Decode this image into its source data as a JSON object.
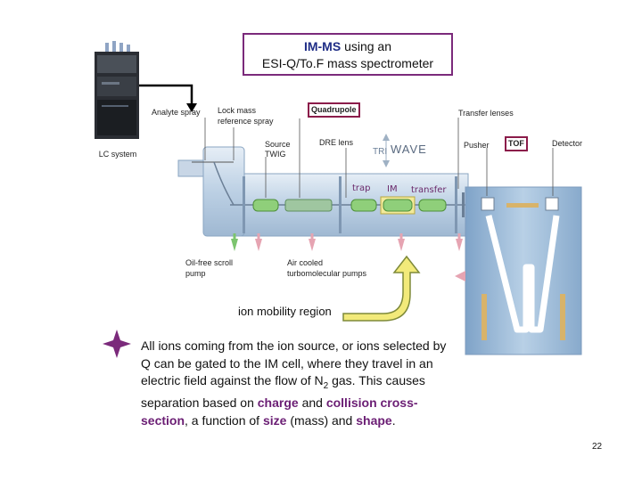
{
  "title": {
    "strong": "IM-MS",
    "rest": " using an",
    "line2": "ESI-Q/To.F mass spectrometer"
  },
  "labels": {
    "lc_system": "LC system",
    "analyte_spray": "Analyte spray",
    "lock_mass_1": "Lock mass",
    "lock_mass_2": "reference spray",
    "quadrupole": "Quadrupole",
    "transfer_lenses": "Transfer lenses",
    "source_1": "Source",
    "source_2": "TWIG",
    "dre_lens": "DRE lens",
    "triwave_tri": "TRI",
    "triwave_wave": "WAVE",
    "pusher": "Pusher",
    "tof": "TOF",
    "detector": "Detector",
    "trap": "trap",
    "im": "IM",
    "transfer": "transfer",
    "oil_free_1": "Oil-free scroll",
    "oil_free_2": "pump",
    "air_cooled_1": "Air cooled",
    "air_cooled_2": "turbomolecular pumps"
  },
  "ion_mobility_region": "ion mobility region",
  "body_text": {
    "t1": "All ions coming from the ion source, or ions selected by Q can be gated to the IM cell, where they travel in an electric field against the flow of N",
    "sub": "2",
    "t2": " gas.  This causes separation based on ",
    "charge": "charge",
    "t3": " and ",
    "collision": "collision cross-section",
    "t4": ", a function of ",
    "size": "size",
    "t5": " (mass) and ",
    "shape": "shape",
    "t6": "."
  },
  "page_number": "22",
  "colors": {
    "accent": "#7b2a7b",
    "title_blue": "#1f2d86",
    "highlight": "#6b1e74",
    "arrow_yellow": "#f2ea7a"
  },
  "icons": {
    "bullet": "four-point-star-icon"
  }
}
